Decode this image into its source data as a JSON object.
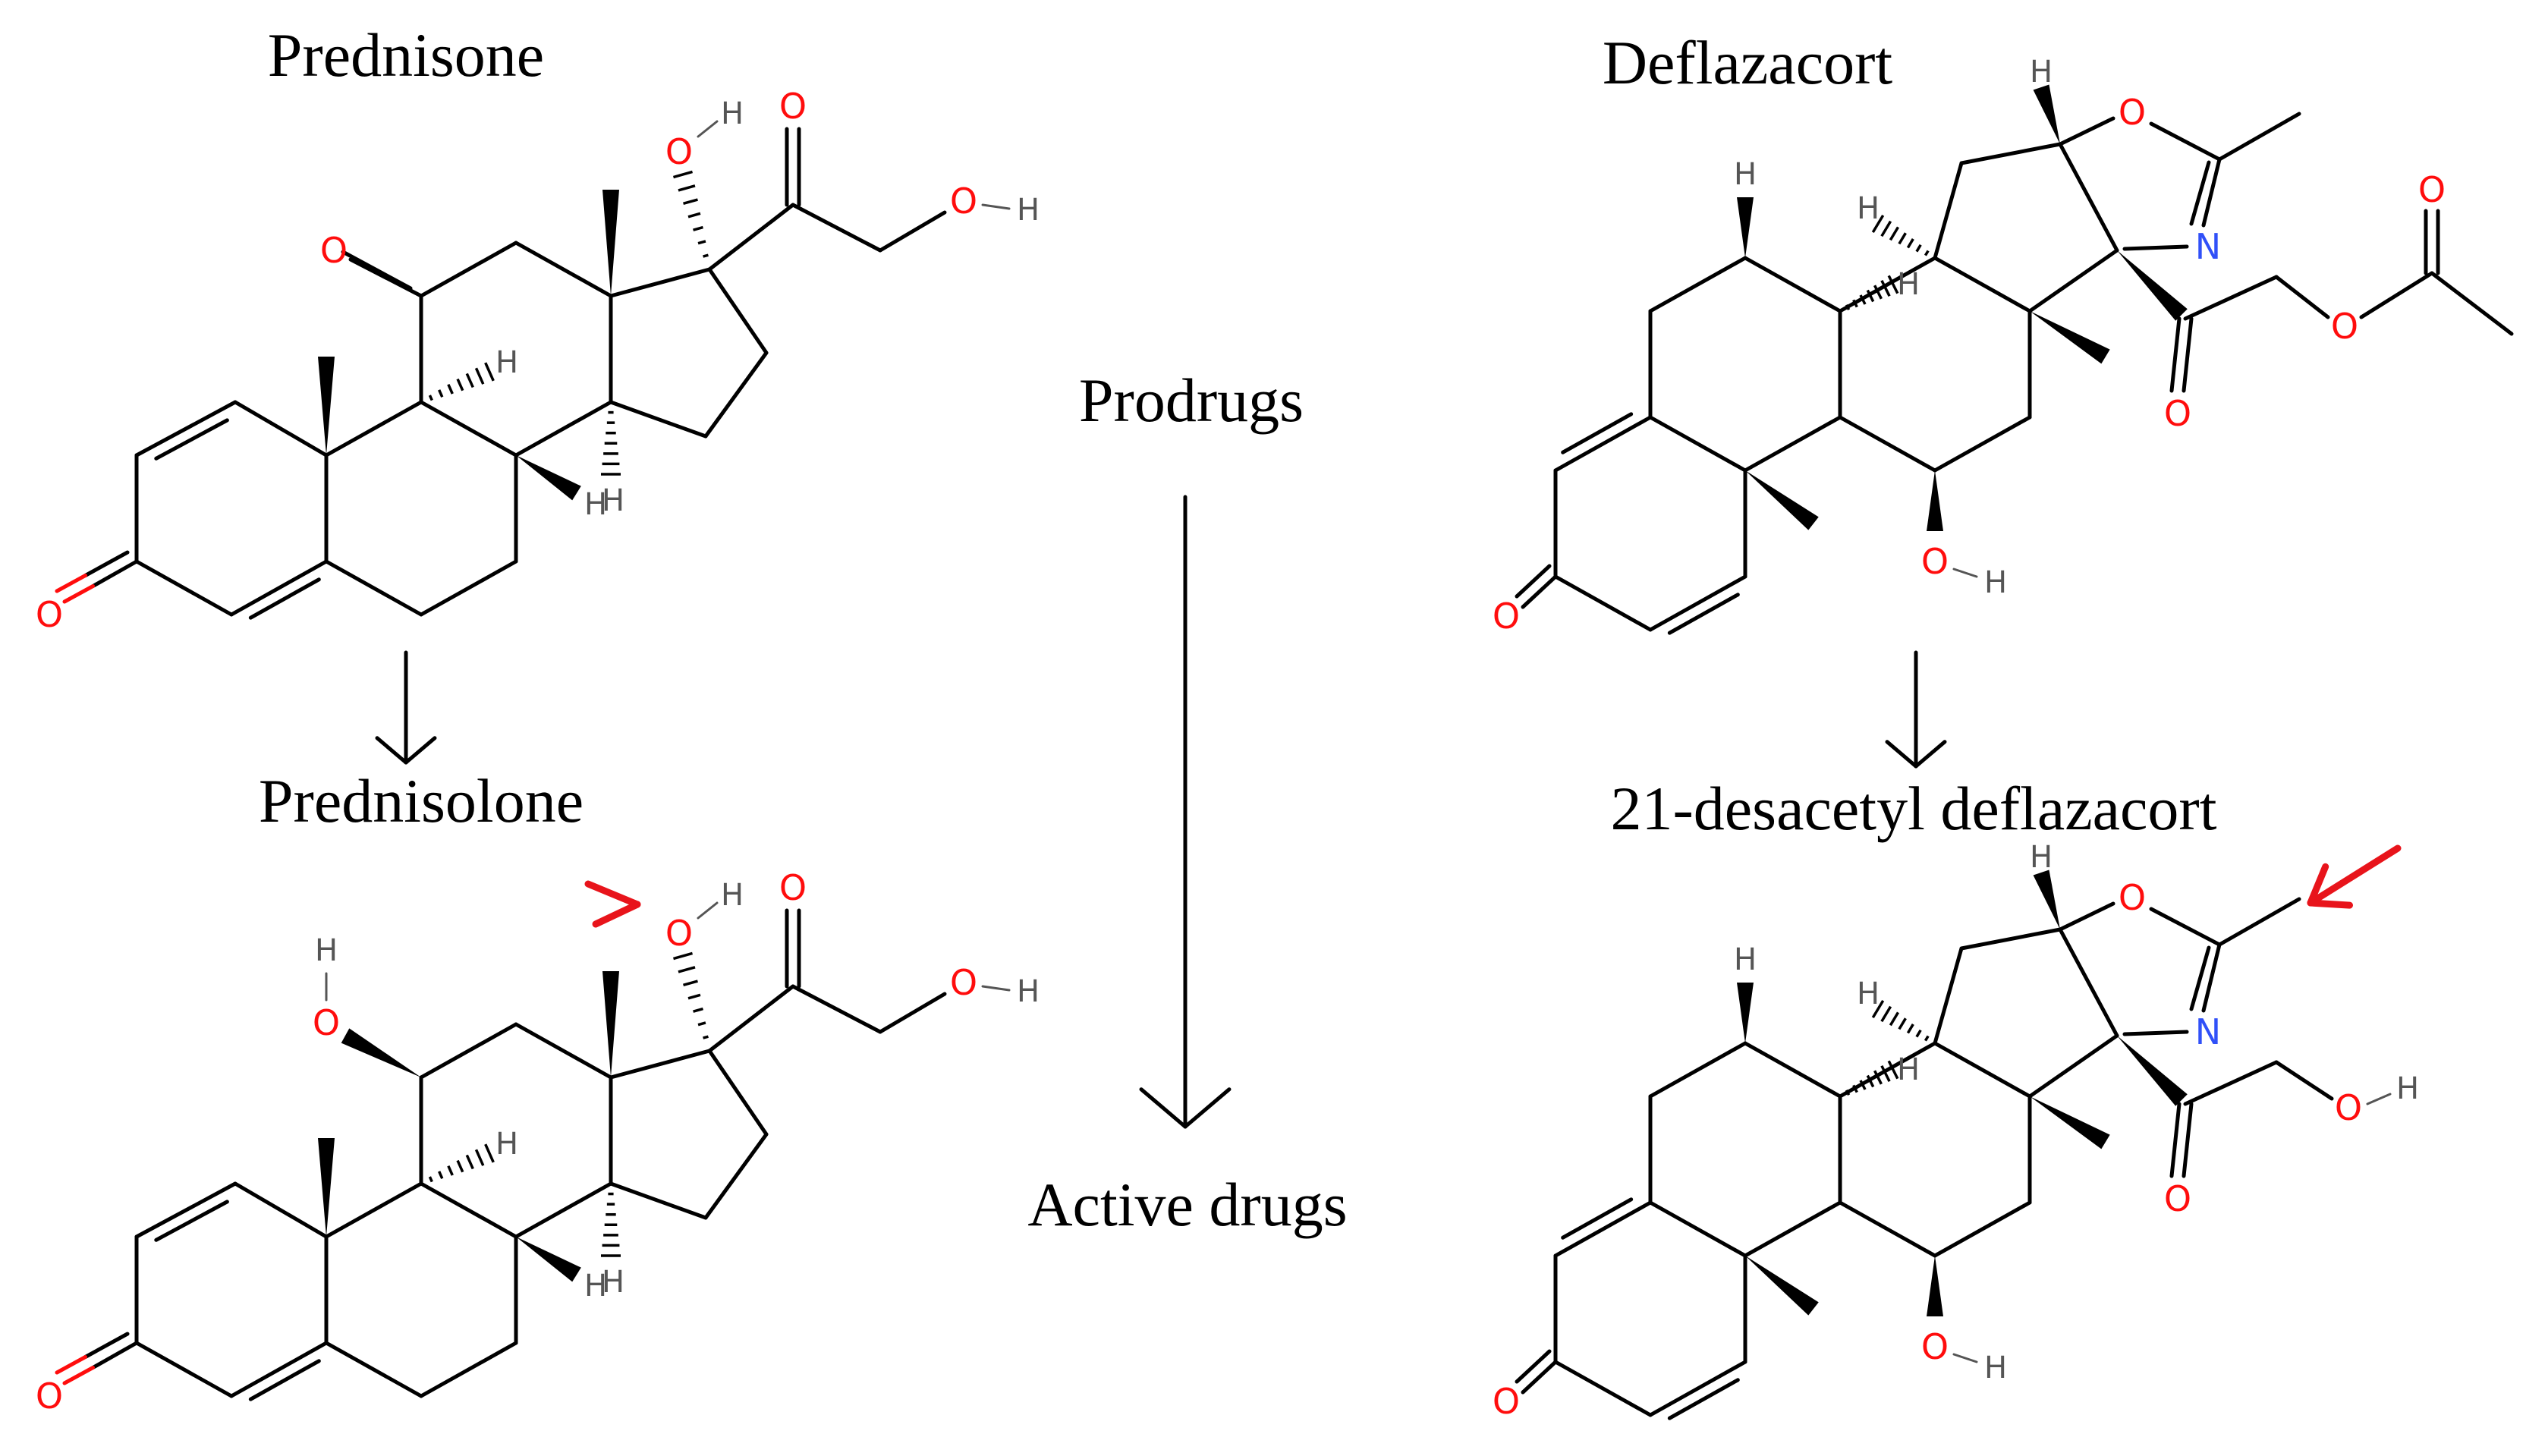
{
  "labels": {
    "prednisone": "Prednisone",
    "prednisolone": "Prednisolone",
    "deflazacort": "Deflazacort",
    "desacetyl": "21-desacetyl deflazacort",
    "prodrugs": "Prodrugs",
    "active": "Active drugs"
  },
  "atoms": {
    "O": "O",
    "H": "H",
    "N": "N"
  },
  "colors": {
    "bond": "#000000",
    "oxygen": "#ff0d0d",
    "nitrogen": "#3050f8",
    "hydrogen": "#555555",
    "highlight": "#e8141b"
  }
}
